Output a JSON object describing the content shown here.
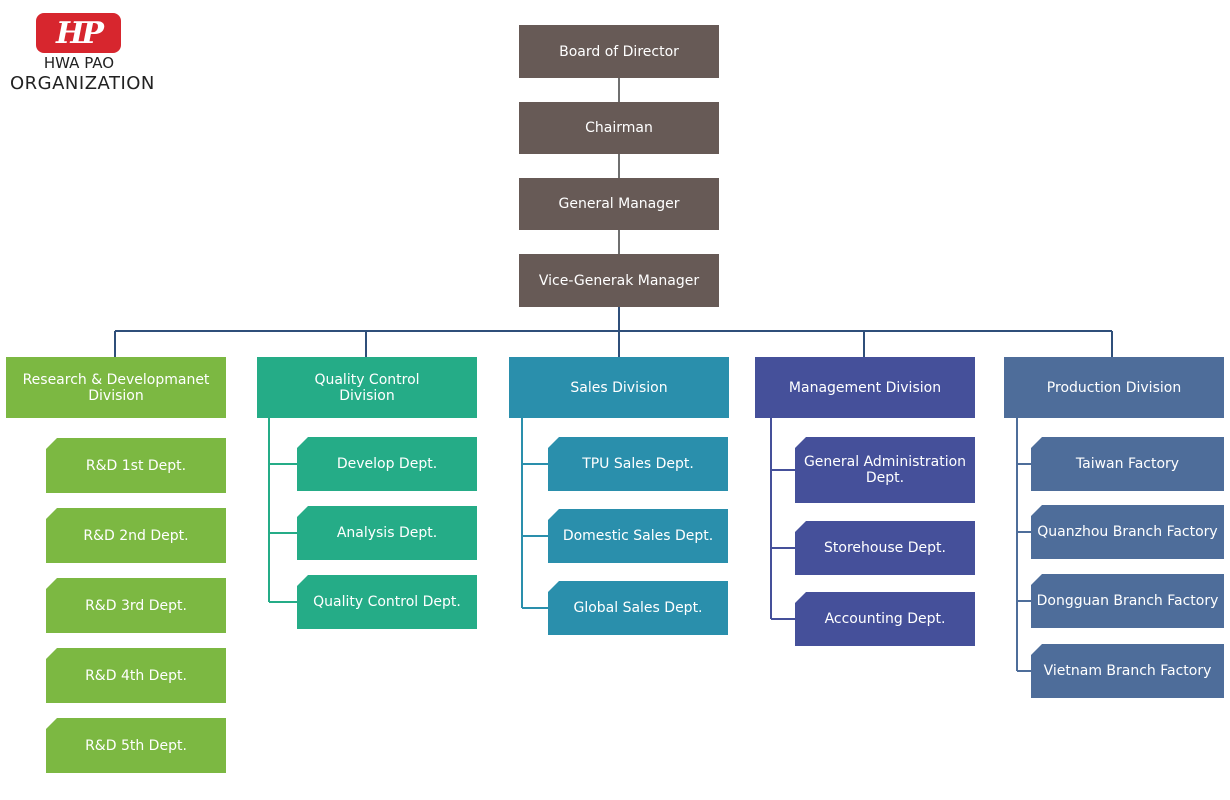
{
  "logo": {
    "mark": "HP",
    "name": "HWA PAO",
    "subtitle": "ORGANIZATION"
  },
  "chain": [
    "Board of Director",
    "Chairman",
    "General Manager",
    "Vice-Generak Manager"
  ],
  "divisions": [
    {
      "id": "rd",
      "label": "Research & Developmanet Division",
      "color": "#7cb842",
      "depts": [
        "R&D 1st Dept.",
        "R&D 2nd Dept.",
        "R&D 3rd Dept.",
        "R&D 4th Dept.",
        "R&D 5th Dept."
      ]
    },
    {
      "id": "qc",
      "label": "Quality Control Division",
      "color": "#25ac87",
      "depts": [
        "Develop Dept.",
        "Analysis Dept.",
        "Quality Control Dept."
      ]
    },
    {
      "id": "sales",
      "label": "Sales Division",
      "color": "#2a8fac",
      "depts": [
        "TPU Sales Dept.",
        "Domestic Sales Dept.",
        "Global Sales Dept."
      ]
    },
    {
      "id": "mgmt",
      "label": "Management Division",
      "color": "#45509a",
      "depts": [
        "General Administration Dept.",
        "Storehouse Dept.",
        "Accounting Dept."
      ]
    },
    {
      "id": "prod",
      "label": "Production Division",
      "color": "#4e6d9a",
      "depts": [
        "Taiwan Factory",
        "Quanzhou Branch Factory",
        "Dongguan Branch Factory",
        "Vietnam Branch Factory"
      ]
    }
  ],
  "colors": {
    "top": "#675a56",
    "chain_line": "#6f6f6f",
    "branch_line": "#2f4f7a",
    "logo_red": "#d7262e"
  }
}
